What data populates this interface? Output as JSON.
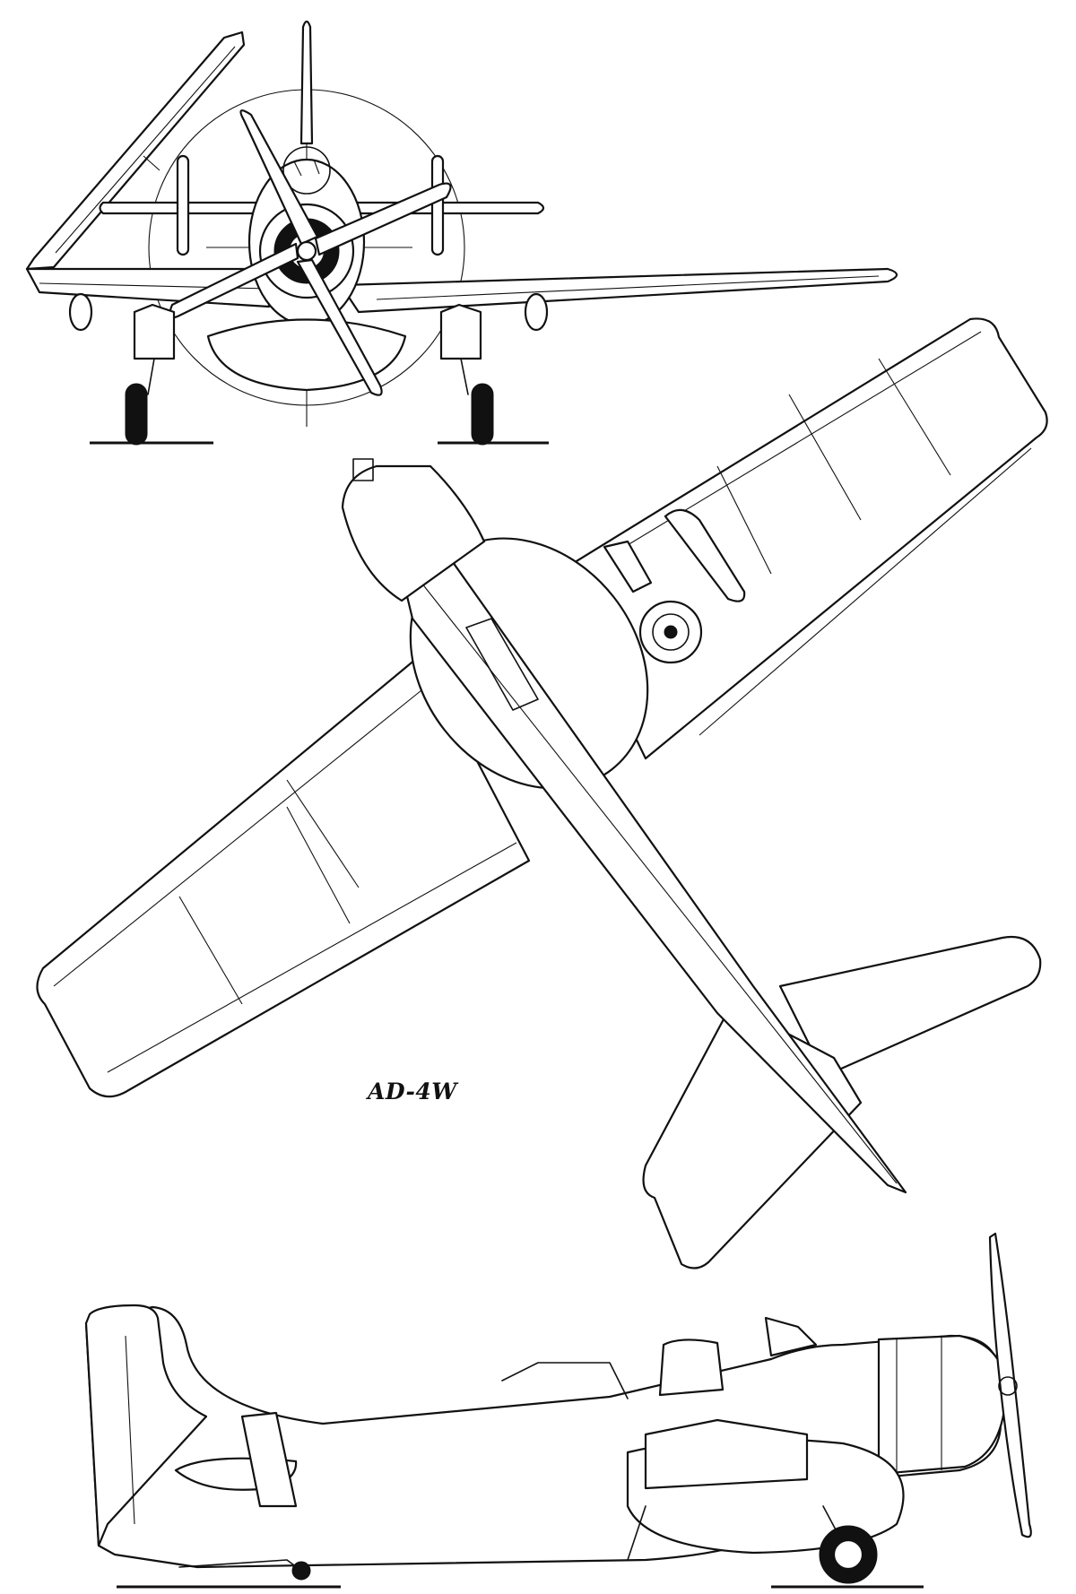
{
  "diagram": {
    "model_label": "AD-4W"
  },
  "views": [
    "front-view",
    "plan-view",
    "side-view"
  ],
  "colors": {
    "ink": "#111111",
    "paper": "#ffffff"
  }
}
